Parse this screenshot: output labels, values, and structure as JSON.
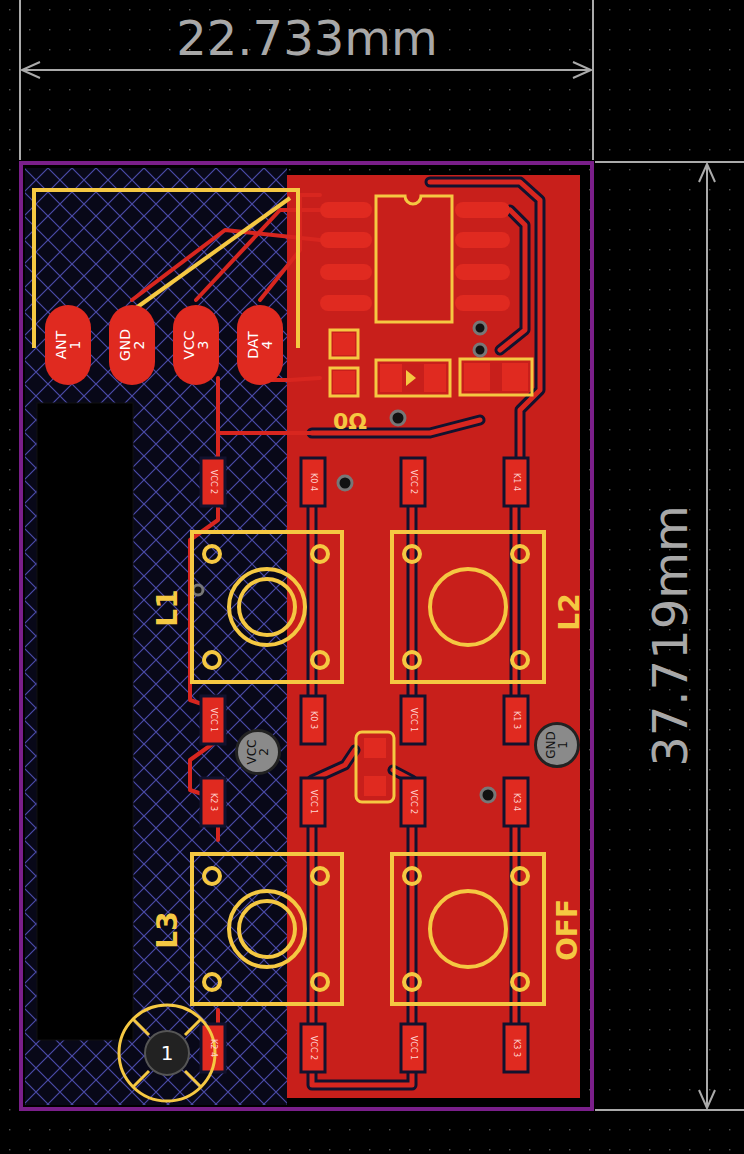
{
  "diagram": {
    "nodes": [
      {
        "text": [
          "1",
          "ANT"
        ]
      },
      {
        "text": [
          "2",
          "GND"
        ]
      },
      {
        "text": [
          "3",
          "VCC"
        ]
      },
      {
        "text": [
          "4",
          "DAT"
        ]
      },
      {
        "text": [
          "2",
          "VCC"
        ]
      },
      {
        "text": [
          "1",
          "GND"
        ]
      },
      {
        "text": [
          "1"
        ]
      }
    ],
    "labels": [
      "22.733mm",
      "37.719mm",
      "0Ω",
      "L1",
      "L2",
      "L3",
      "OFF",
      "VCC 2",
      "K0 4",
      "VCC 2",
      "K1 4",
      "VCC 1",
      "K0 3",
      "VCC 1",
      "K1 3",
      "K2 3",
      "VCC 1",
      "VCC 2",
      "K3 4",
      "K2 4",
      "VCC 2",
      "VCC 1",
      "K3 3"
    ]
  }
}
